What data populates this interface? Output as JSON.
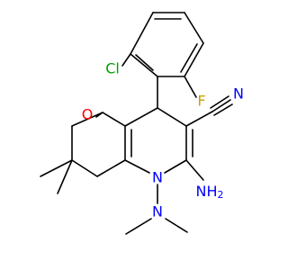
{
  "colors": {
    "bond": "#000000",
    "O": "#ff0000",
    "N": "#0000ff",
    "Cl": "#00a000",
    "F": "#c8a000"
  },
  "atoms": {
    "cl": "Cl",
    "f": "F",
    "o": "O",
    "n_nitrile": "N",
    "nh2": "NH",
    "nh2_sub": "2",
    "n_ring": "N",
    "n_amine": "N"
  }
}
